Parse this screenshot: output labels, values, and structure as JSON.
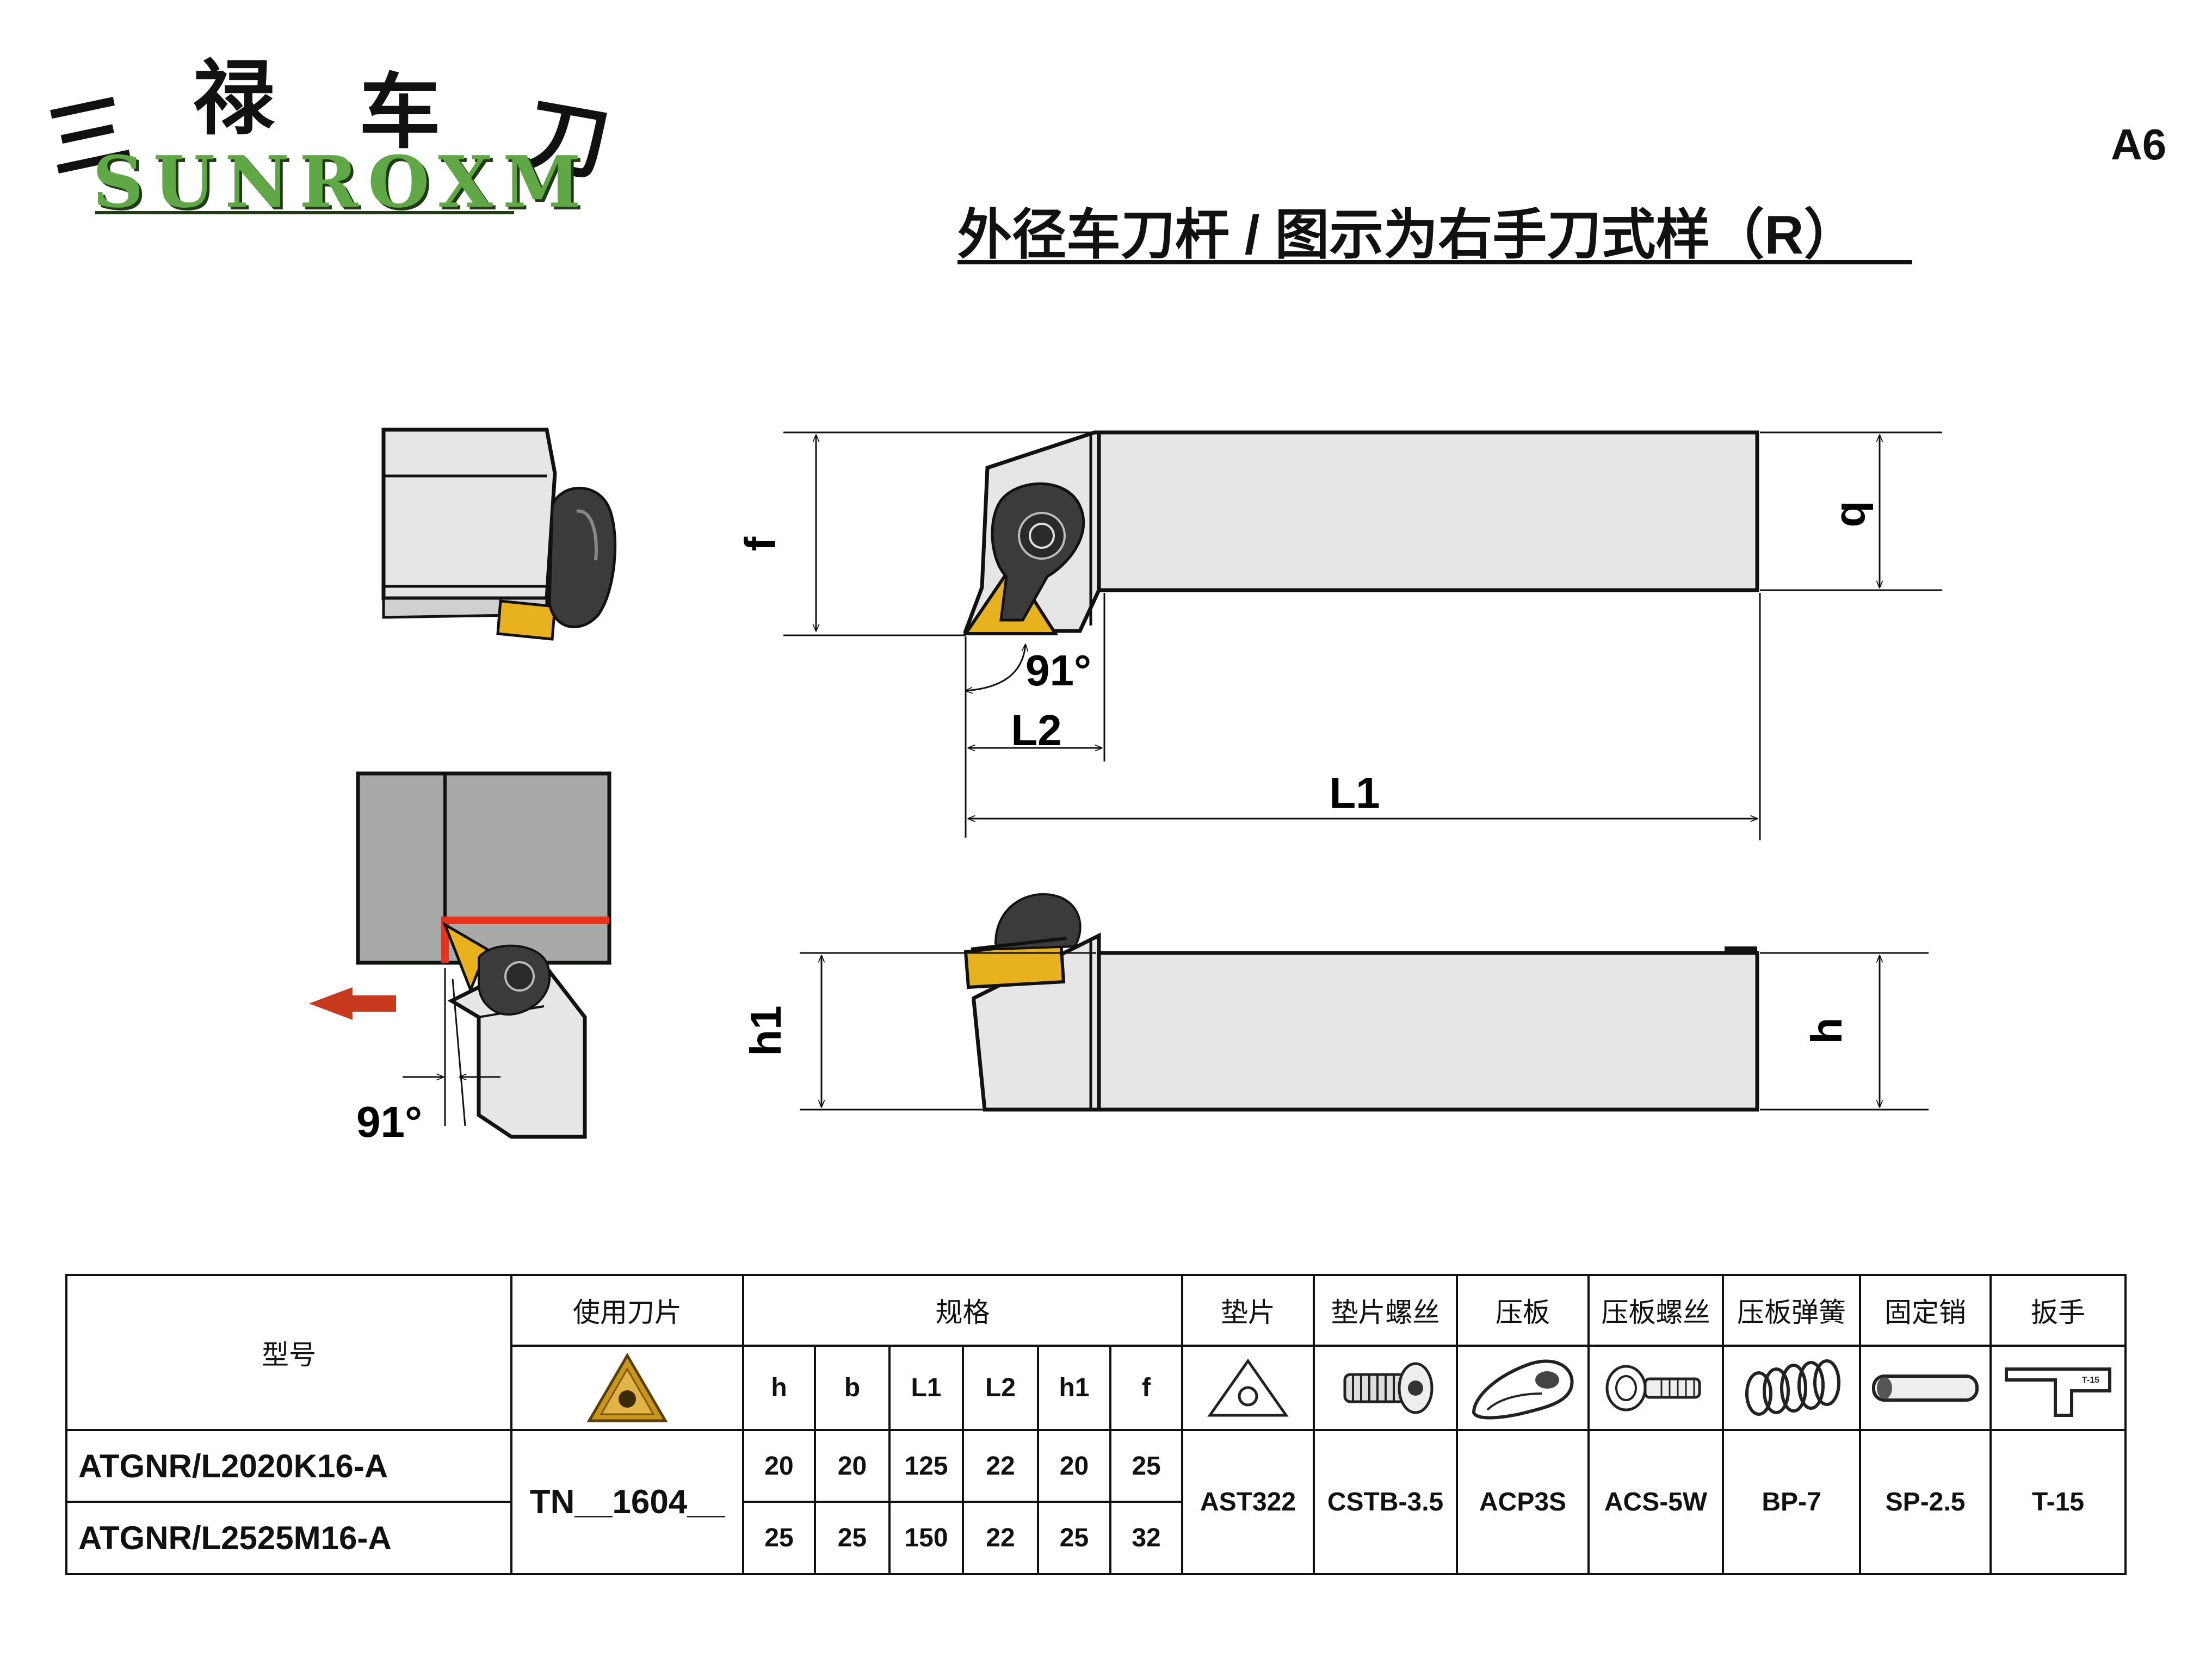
{
  "logo": {
    "cn_chars": [
      "三",
      "禄",
      "车",
      "刀"
    ],
    "en": "SUNROXM"
  },
  "page_code": "A6",
  "title": "外径车刀杆 / 图示为右手刀式样（R）",
  "diagram": {
    "labels": {
      "f": "f",
      "b": "b",
      "angle_top": "91°",
      "l2": "L2",
      "l1": "L1",
      "h1": "h1",
      "h": "h",
      "angle_bottom": "91°"
    },
    "colors": {
      "insert": "#e8b21e",
      "holder_light": "#e6e6e6",
      "workpiece": "#a7aaa7",
      "clamp": "#3b3b3b",
      "cut_edge": "#e8321c",
      "feed_arrow": "#c83a1e"
    }
  },
  "table": {
    "headers": {
      "model": "型号",
      "insert": "使用刀片",
      "spec": "规格",
      "shim": "垫片",
      "shim_screw": "垫片螺丝",
      "clamp": "压板",
      "clamp_screw": "压板螺丝",
      "clamp_spring": "压板弹簧",
      "pin": "固定销",
      "wrench": "扳手"
    },
    "spec_columns": [
      "h",
      "b",
      "L1",
      "L2",
      "h1",
      "f"
    ],
    "rows": [
      {
        "model": "ATGNR/L2020K16-A",
        "specs": [
          "20",
          "20",
          "125",
          "22",
          "20",
          "25"
        ]
      },
      {
        "model": "ATGNR/L2525M16-A",
        "specs": [
          "25",
          "25",
          "150",
          "22",
          "25",
          "32"
        ]
      }
    ],
    "insert_code": "TN__1604__",
    "parts": {
      "shim": "AST322",
      "shim_screw": "CSTB-3.5",
      "clamp": "ACP3S",
      "clamp_screw": "ACS-5W",
      "clamp_spring": "BP-7",
      "pin": "SP-2.5",
      "wrench": "T-15"
    },
    "wrench_marking": "T-15"
  }
}
